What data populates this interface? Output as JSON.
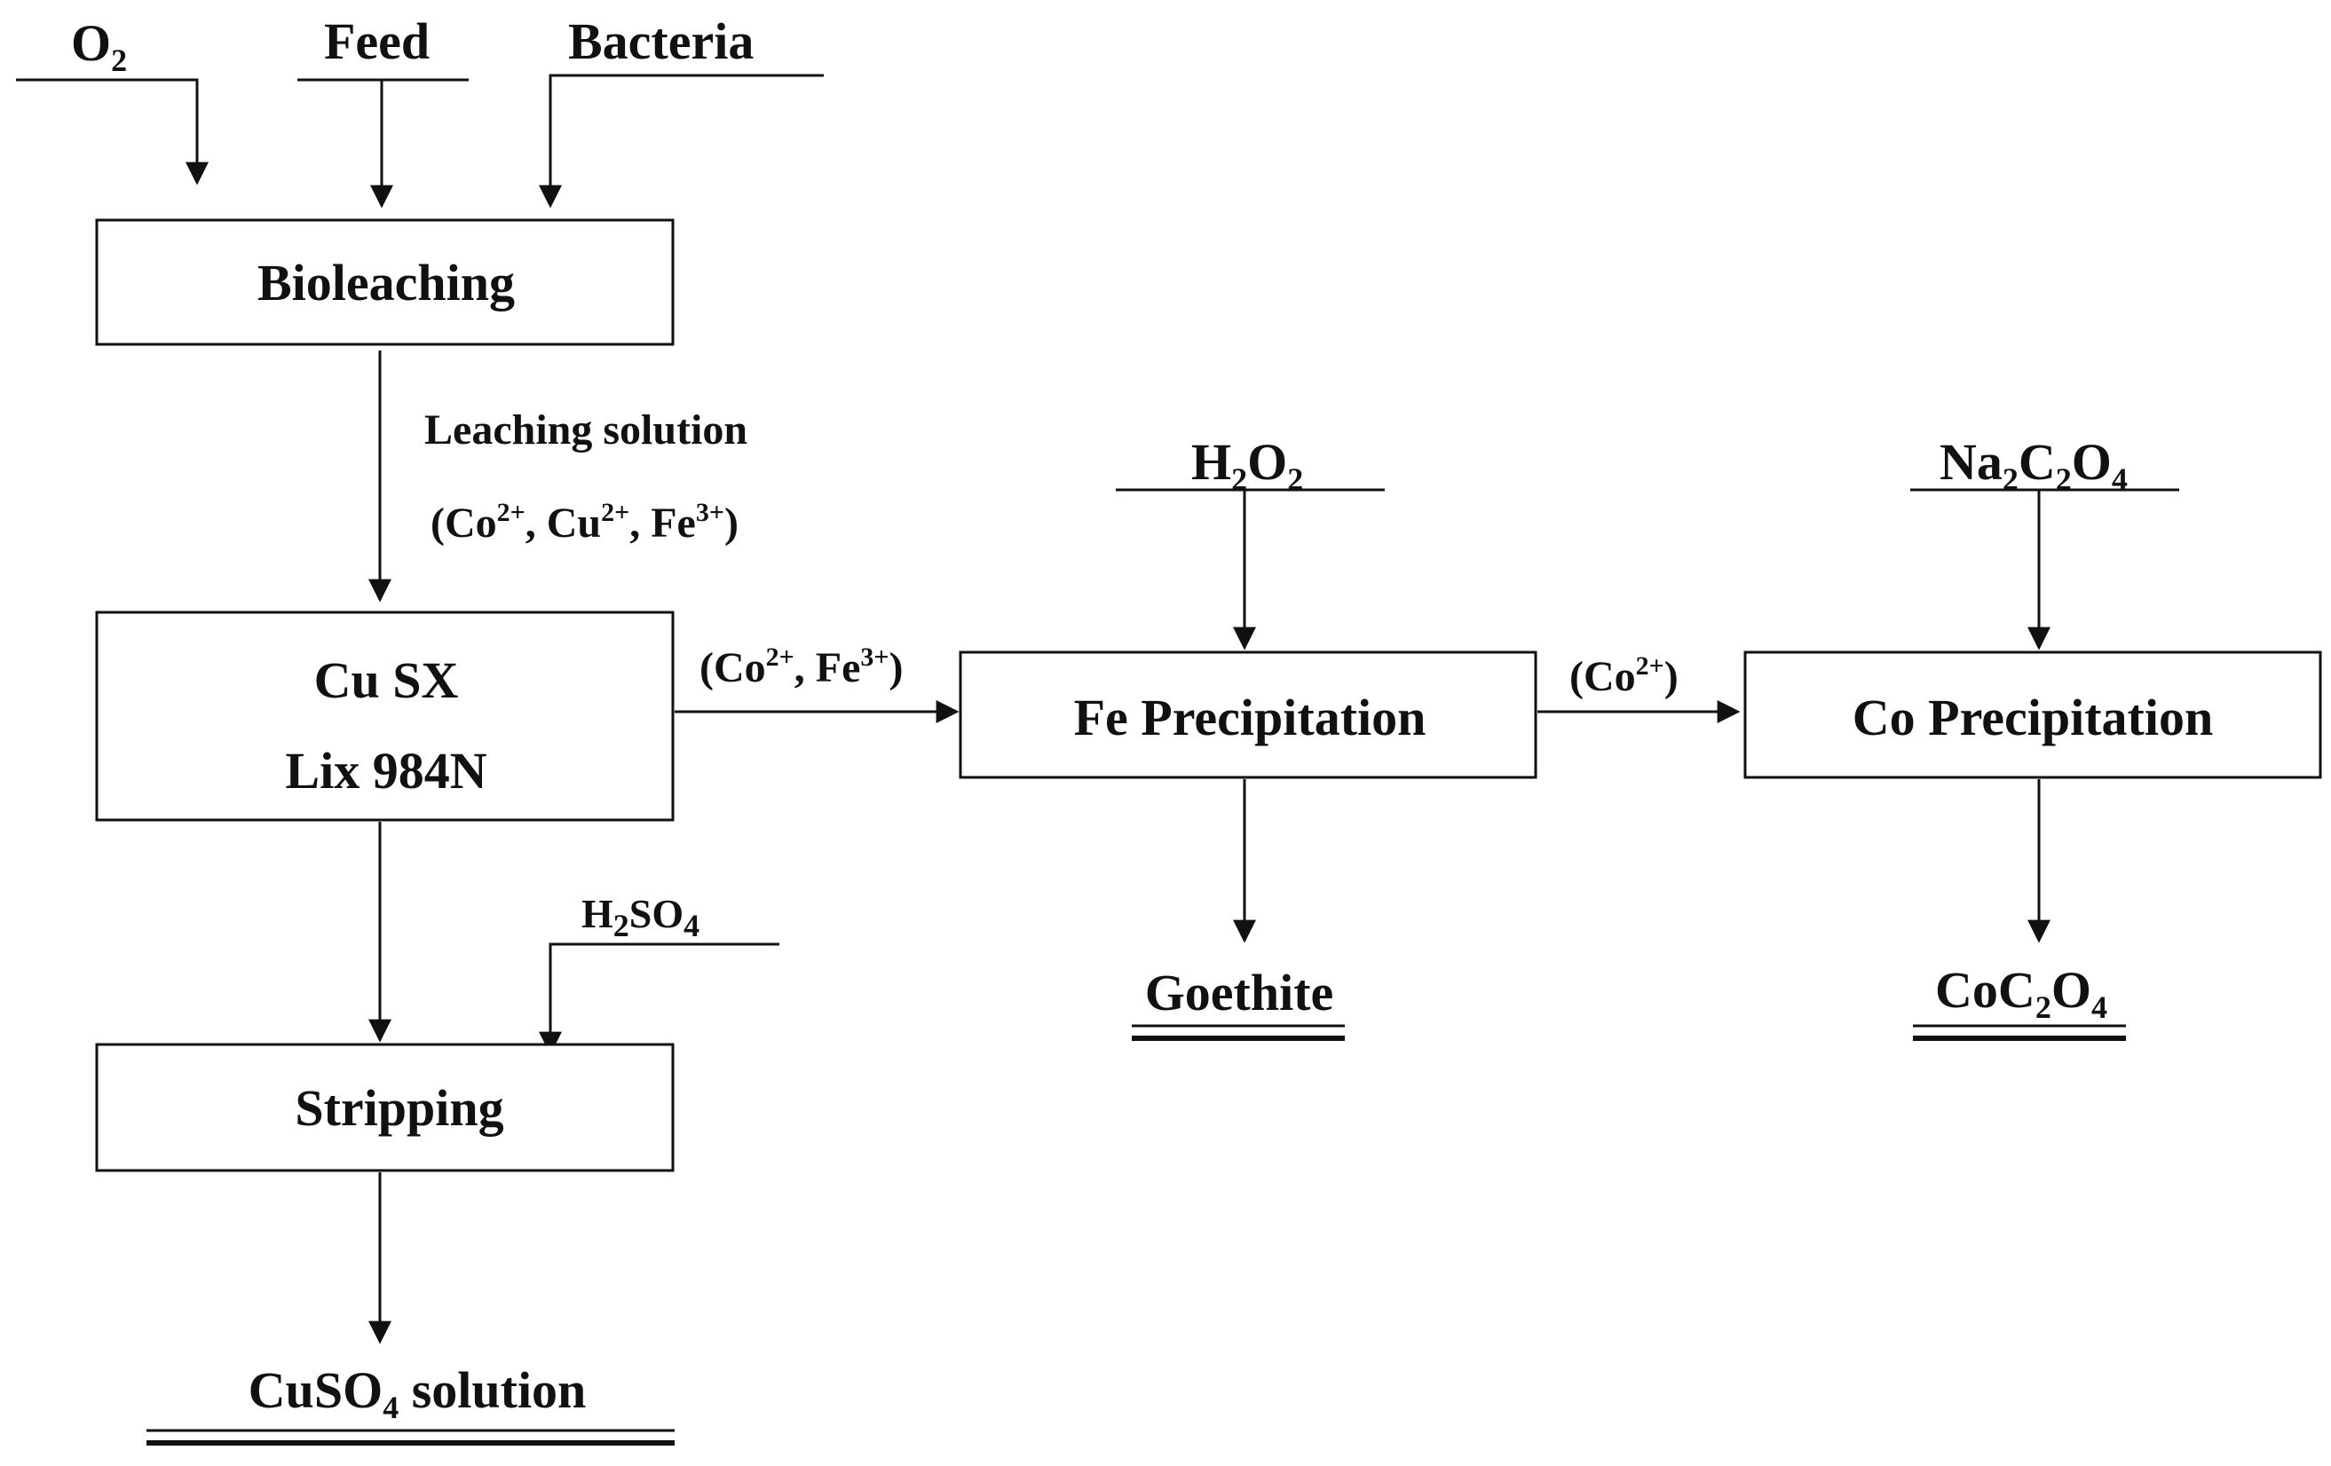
{
  "inputs": {
    "o2": {
      "base": "O",
      "sub": "2"
    },
    "feed": "Feed",
    "bacteria": "Bacteria"
  },
  "boxes": {
    "bioleaching": "Bioleaching",
    "cu_sx_line1": "Cu SX",
    "cu_sx_line2": "Lix 984N",
    "stripping": "Stripping",
    "fe_precipitation": "Fe Precipitation",
    "co_precipitation": "Co Precipitation"
  },
  "streams": {
    "leaching_solution": "Leaching solution",
    "leach_ions": {
      "open": "(Co",
      "sup1": "2+",
      "mid1": ", Cu",
      "sup2": "2+",
      "mid2": ", Fe",
      "sup3": "3+",
      "close": ")"
    },
    "sx_raffinate": {
      "open": "(Co",
      "sup1": "2+",
      "mid1": ", Fe",
      "sup2": "3+",
      "close": ")"
    },
    "fe_filtrate": {
      "open": "(Co",
      "sup1": "2+",
      "close": ")"
    }
  },
  "reagents": {
    "h2o2": {
      "a": "H",
      "s1": "2",
      "b": "O",
      "s2": "2"
    },
    "h2so4": {
      "a": "H",
      "s1": "2",
      "b": "SO",
      "s2": "4"
    },
    "na2c2o4": {
      "a": "Na",
      "s1": "2",
      "b": "C",
      "s2": "2",
      "c": "O",
      "s3": "4"
    }
  },
  "products": {
    "cuso4": {
      "a": "CuSO",
      "s1": "4",
      "b": " solution"
    },
    "goethite": "Goethite",
    "coc2o4": {
      "a": "CoC",
      "s1": "2",
      "b": "O",
      "s2": "4"
    }
  },
  "colors": {
    "line": "#111111",
    "background": "#ffffff"
  }
}
